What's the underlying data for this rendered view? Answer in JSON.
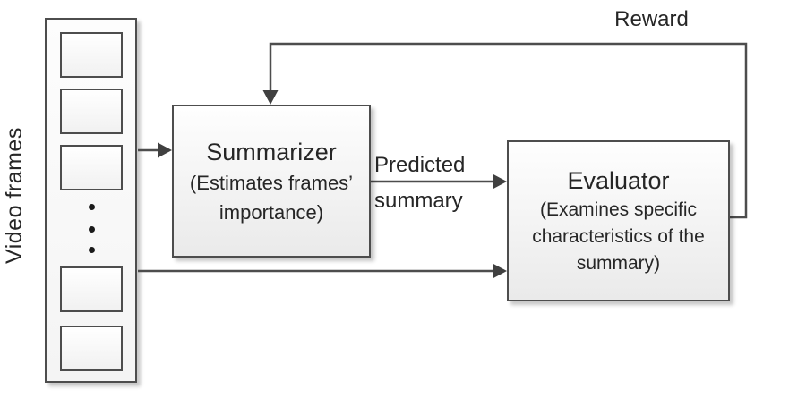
{
  "diagram": {
    "video_frames_label": "Video frames",
    "reward_label": "Reward",
    "predicted_summary": {
      "line1": "Predicted",
      "line2": "summary"
    },
    "summarizer": {
      "title": "Summarizer",
      "subtitle_line1": "(Estimates frames’",
      "subtitle_line2": "importance)"
    },
    "evaluator": {
      "title": "Evaluator",
      "subtitle_line1": "(Examines specific",
      "subtitle_line2": "characteristics of the",
      "subtitle_line3": "summary)"
    },
    "film_strip": {
      "frames_count": 5,
      "ellipsis_dots": 3
    },
    "colors": {
      "line": "#4d4d4d",
      "box_border": "#4d4d4d",
      "box_fill_top": "#fefefe",
      "box_fill_bottom": "#eaeaea",
      "arrowhead": "#404040",
      "text": "#262626",
      "background": "#ffffff"
    }
  }
}
